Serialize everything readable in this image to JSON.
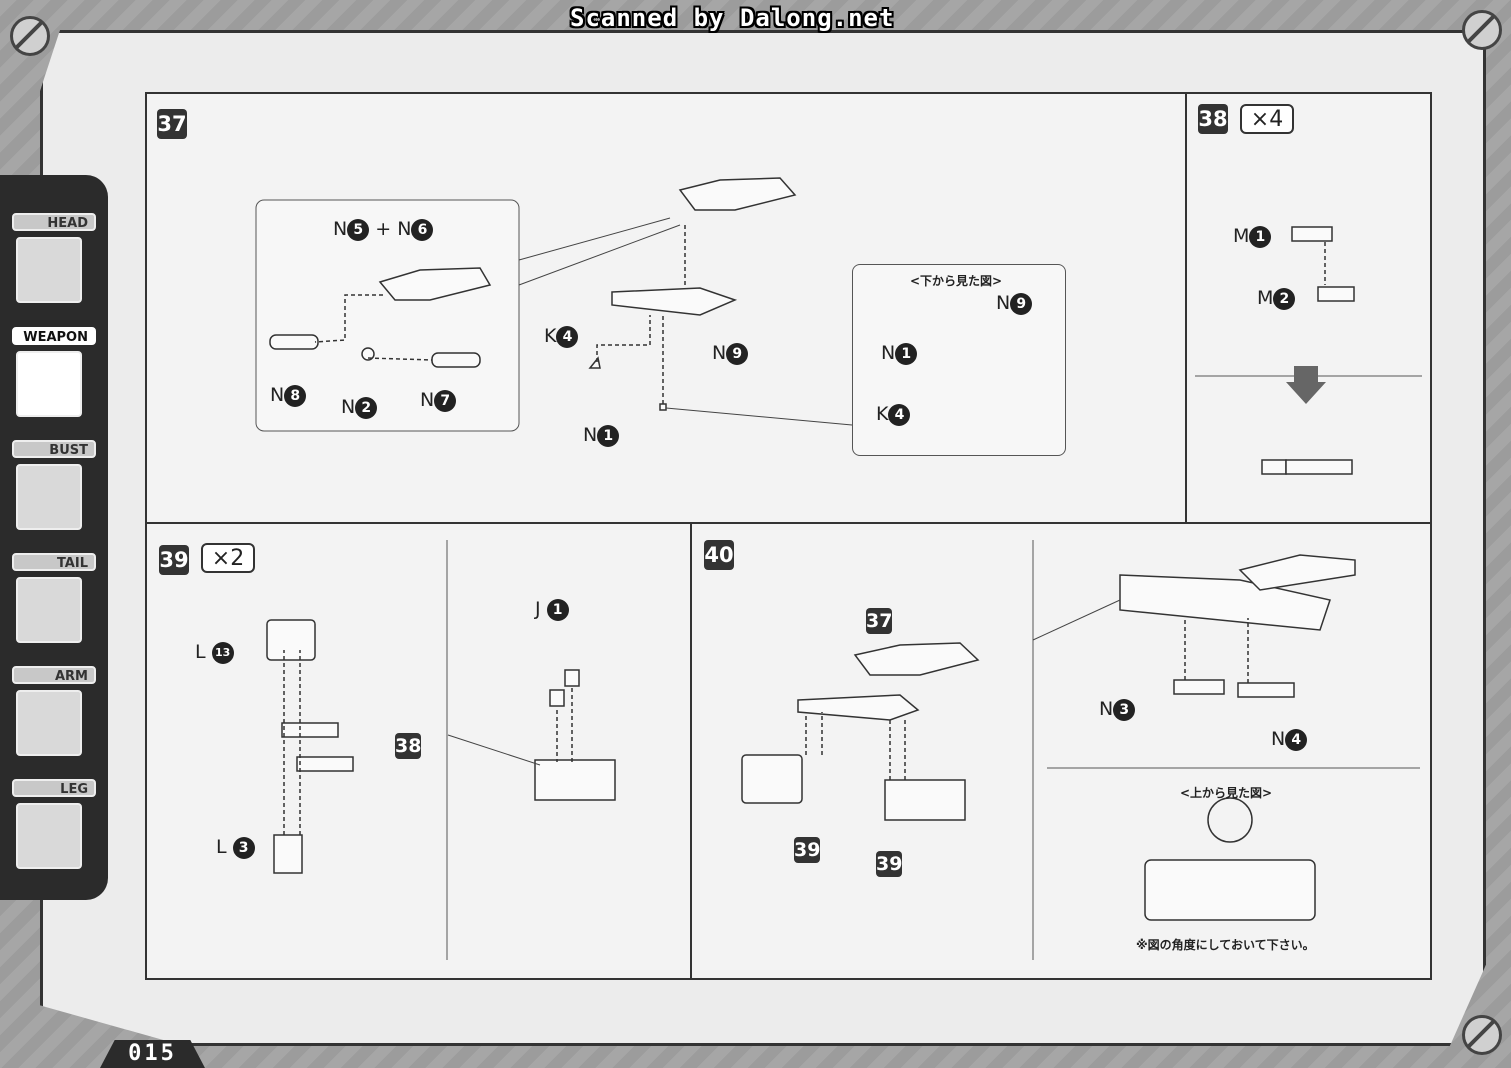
{
  "header": {
    "scan_credit": "Scanned by Dalong.net"
  },
  "sidebar": {
    "tabs": [
      {
        "label": "HEAD"
      },
      {
        "label": "WEAPON"
      },
      {
        "label": "BUST"
      },
      {
        "label": "TAIL"
      },
      {
        "label": "ARM"
      },
      {
        "label": "LEG"
      }
    ],
    "active": "WEAPON"
  },
  "steps": {
    "s37": {
      "number": "37",
      "labels": {
        "n5": "N",
        "n5_num": "5",
        "plus": "+",
        "n6": "N",
        "n6_num": "6",
        "n8": "N",
        "n8_num": "8",
        "n2": "N",
        "n2_num": "2",
        "n7": "N",
        "n7_num": "7",
        "k4": "K",
        "k4_num": "4",
        "n9": "N",
        "n9_num": "9",
        "n1": "N",
        "n1_num": "1"
      },
      "callout": {
        "title": "<下から見た図>",
        "n9": "N",
        "n9_num": "9",
        "n1": "N",
        "n1_num": "1",
        "k4": "K",
        "k4_num": "4"
      }
    },
    "s38": {
      "number": "38",
      "multiplier": "×4",
      "m1": "M",
      "m1_num": "1",
      "m2": "M",
      "m2_num": "2"
    },
    "s39": {
      "number": "39",
      "multiplier": "×2",
      "l13": "L",
      "l13_num": "13",
      "ref38": "38",
      "l3": "L",
      "l3_num": "3",
      "j1": "J",
      "j1_num": "1"
    },
    "s40": {
      "number": "40",
      "ref37": "37",
      "ref39a": "39",
      "ref39b": "39",
      "n3": "N",
      "n3_num": "3",
      "n4": "N",
      "n4_num": "4",
      "callout_title": "<上から見た図>",
      "note": "※図の角度にしておいて下さい。"
    }
  },
  "footer": {
    "page_number": "015"
  }
}
